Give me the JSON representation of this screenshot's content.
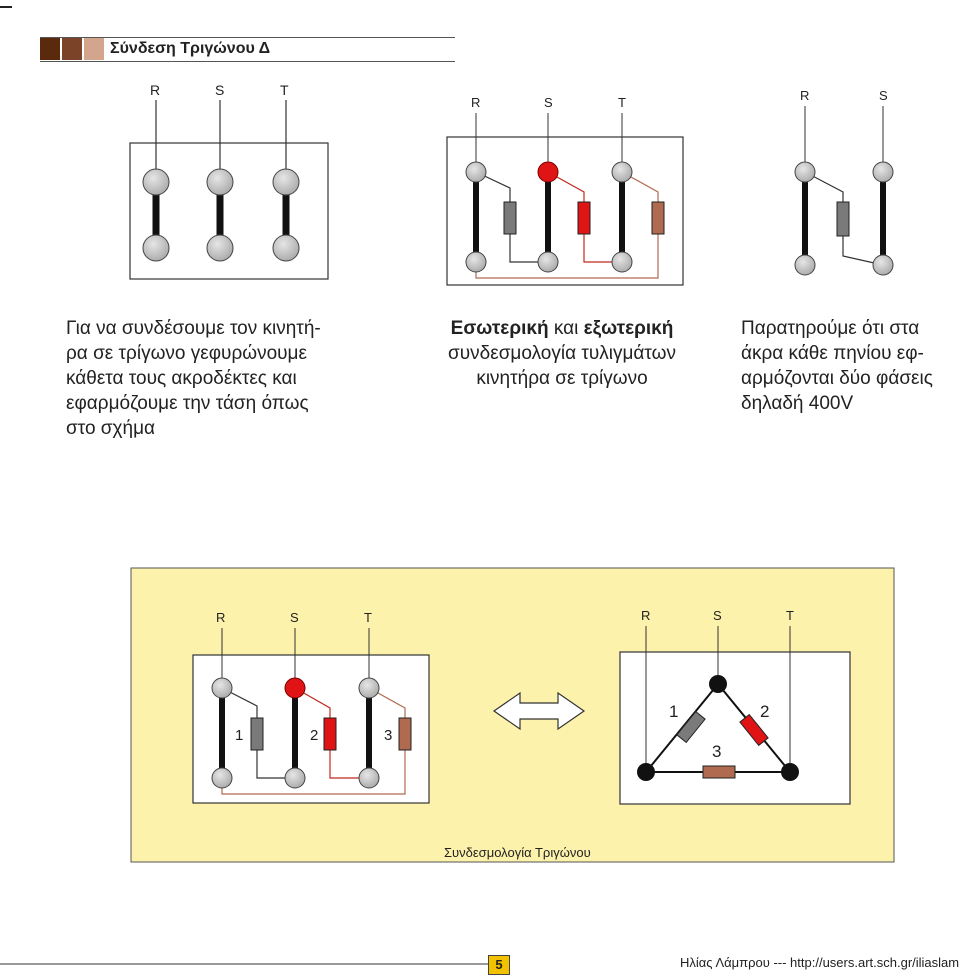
{
  "header": {
    "title": "Σύνδεση Τριγώνου  Δ",
    "swatches": [
      "#5b2a0c",
      "#7b4428",
      "#a86a4c",
      "#d3a58c"
    ]
  },
  "fig1": {
    "labels": [
      "R",
      "S",
      "T"
    ]
  },
  "fig2": {
    "labels": [
      "R",
      "S",
      "T"
    ]
  },
  "fig3": {
    "labels": [
      "R",
      "S"
    ]
  },
  "text1": {
    "lines": [
      "Για  να συνδέσουμε τον κινητή-",
      "ρα  σε  τρίγωνο  γεφυρώνουμε",
      "κάθετα   τους  ακροδέκτες  και",
      "εφαρμόζουμε  την τάση  όπως",
      "στο σχήμα"
    ]
  },
  "text2": {
    "bold1": "Εσωτερική",
    "mid": " και ",
    "bold2": "εξωτερική",
    "line2": "συνδεσμολογία τυλιγμάτων",
    "line3": "κινητήρα σε τρίγωνο"
  },
  "text3": {
    "lines": [
      "Παρατηρούμε  ότι  στα",
      "άκρα κάθε πηνίου εφ-",
      "αρμόζονται δύο φάσεις",
      "δηλαδή 400V"
    ]
  },
  "bottom_panel": {
    "left_labels": [
      "R",
      "S",
      "T"
    ],
    "winding_numbers": [
      "1",
      "2",
      "3"
    ],
    "right_labels": [
      "R",
      "S",
      "T"
    ],
    "triangle_numbers": [
      "1",
      "2",
      "3"
    ],
    "caption": "Συνδεσμολογία Τριγώνου",
    "panel_color": "#fcf2ac"
  },
  "footer": {
    "page": "5",
    "author": "Ηλίας Λάμπρου  --- http://users.art.sch.gr/iliaslamprou"
  },
  "colors": {
    "red": "#e01414",
    "brown": "#b06a50",
    "gray": "#7a7a7a",
    "wire_red": "#c0281e",
    "wire_brown": "#b06a50"
  }
}
